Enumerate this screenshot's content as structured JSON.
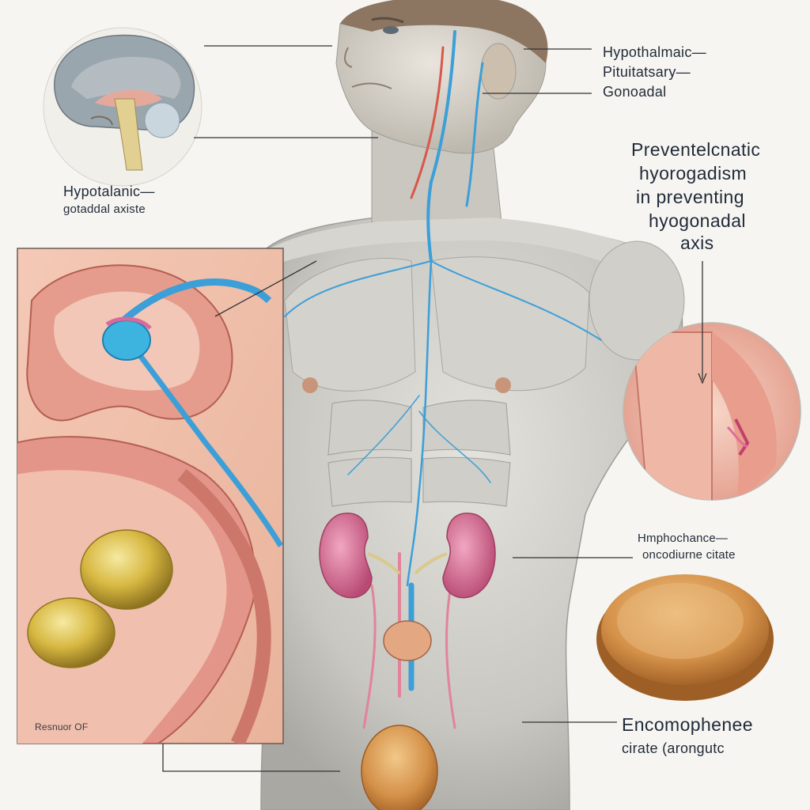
{
  "labels": {
    "hpg_axis": [
      "Hypothalmaic—",
      "Pituitatsary—",
      "Gonoadal"
    ],
    "brain_caption": [
      "Hypotalanic—",
      "gotaddal axiste"
    ],
    "prevent_block": [
      "Preventelcnatic",
      "hyorogadism",
      "in preventing",
      "hyogonadal",
      "axis"
    ],
    "kidney_label": [
      "Hmphochance—",
      "oncodiurne citate"
    ],
    "drug_label": [
      "Encomophenee",
      "cirate  (arongutc"
    ],
    "inset_caption": "Resnuor OF"
  },
  "colors": {
    "background": "#f7f5f1",
    "skin": "#cfcec8",
    "vein": "#3c9fd8",
    "artery": "#d7584a",
    "tissue": "#e79a8f",
    "tablet": "#c9893f",
    "ova": "#d9bc45",
    "kidney": "#d9688f"
  },
  "icons": [
    "brain-icon",
    "pituitary-icon",
    "kidney-icon",
    "tablet-icon",
    "testis-icon"
  ]
}
